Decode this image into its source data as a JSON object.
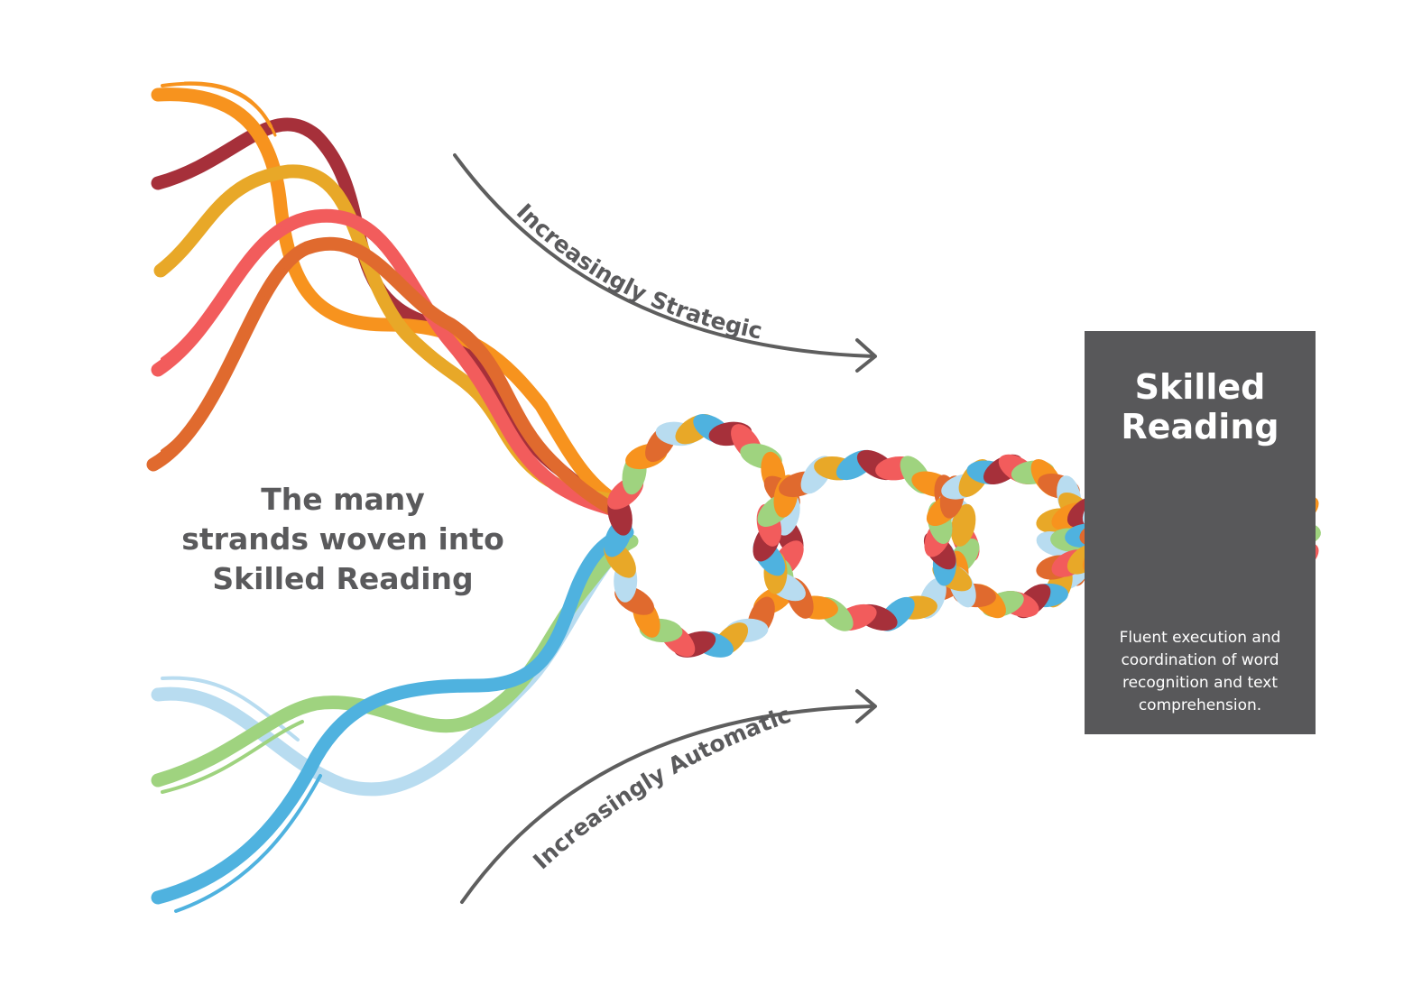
{
  "caption": {
    "lines": [
      "The many",
      "strands woven into",
      "Skilled Reading"
    ]
  },
  "arrows": {
    "top_label": "Increasingly Strategic",
    "bottom_label": "Increasingly Automatic"
  },
  "panel": {
    "title_lines": [
      "Skilled",
      "Reading"
    ],
    "description_lines": [
      "Fluent execution and",
      "coordination of word",
      "recognition and text",
      "comprehension."
    ]
  },
  "colors": {
    "upper_strands": [
      "#a6303a",
      "#f7931e",
      "#e8a828",
      "#f25c5c",
      "#e06a2e"
    ],
    "lower_strands": [
      "#4fb2df",
      "#9fd37f",
      "#b8dcf0"
    ],
    "panel_bg": "#58585a",
    "text_gray": "#5a5a5c",
    "arrow_gray": "#5e5e5e"
  }
}
